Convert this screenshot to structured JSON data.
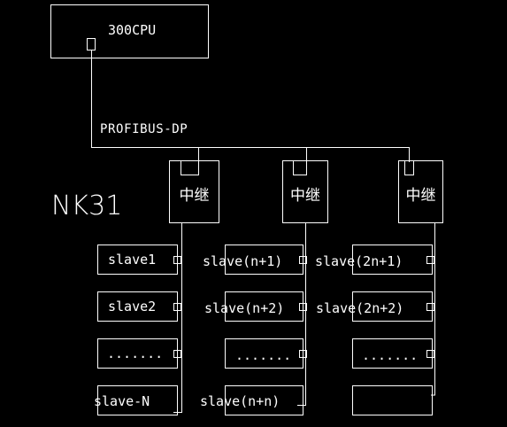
{
  "cpu": {
    "label": "300CPU"
  },
  "bus": {
    "label": "PROFIBUS-DP"
  },
  "station": {
    "label": "NK31"
  },
  "repeaters": [
    {
      "label": "中继"
    },
    {
      "label": "中继"
    },
    {
      "label": "中继"
    }
  ],
  "columns": [
    {
      "slaves": [
        "slave1",
        "slave2",
        ".......",
        "slave-N"
      ]
    },
    {
      "slaves": [
        "slave(n+1)",
        "slave(n+2)",
        ".......",
        "slave(n+n)"
      ]
    },
    {
      "slaves": [
        "slave(2n+1)",
        "slave(2n+2)",
        ".......",
        ""
      ]
    }
  ],
  "colors": {
    "background": "#000000",
    "line": "#ffffff",
    "text": "#ffffff"
  }
}
